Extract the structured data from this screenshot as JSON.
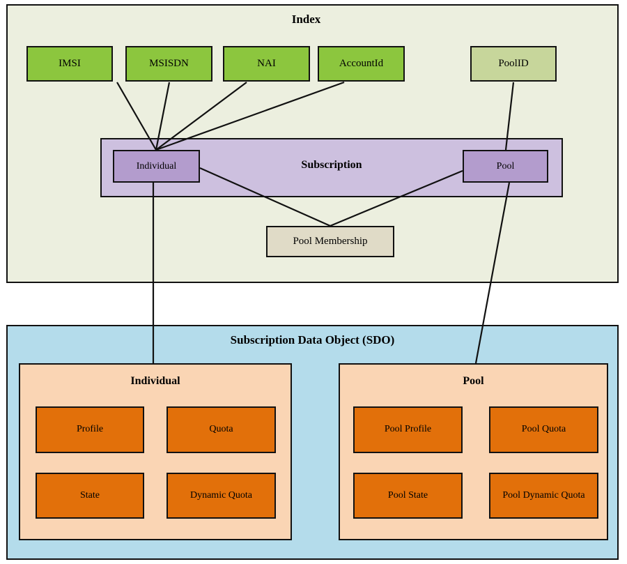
{
  "diagram": {
    "title_index": "Index",
    "title_sdo": "Subscription Data Object (SDO)",
    "title_subscription": "Subscription",
    "colors": {
      "index_background": "#ecefdf",
      "sdo_background": "#b4dceb",
      "key_node": "#8cc63e",
      "key_node_pale": "#c7d69b",
      "subscription_band": "#cdc0df",
      "subscription_node": "#b39ccd",
      "pool_membership": "#e0dbc7",
      "sdo_panel": "#fad5b4",
      "leaf_node": "#e2700a",
      "outline": "#111111"
    }
  },
  "index": {
    "keys": [
      {
        "id": "imsi",
        "label": "IMSI"
      },
      {
        "id": "msisdn",
        "label": "MSISDN"
      },
      {
        "id": "nai",
        "label": "NAI"
      },
      {
        "id": "accountid",
        "label": "AccountId"
      },
      {
        "id": "poolid",
        "label": "PoolID"
      }
    ],
    "subscription": {
      "label": "Subscription",
      "nodes": [
        {
          "id": "individual",
          "label": "Individual"
        },
        {
          "id": "pool",
          "label": "Pool"
        }
      ]
    },
    "pool_membership": {
      "label": "Pool Membership"
    }
  },
  "sdo": {
    "panels": [
      {
        "id": "individual",
        "title": "Individual",
        "leaves": [
          {
            "id": "profile",
            "label": "Profile"
          },
          {
            "id": "quota",
            "label": "Quota"
          },
          {
            "id": "state",
            "label": "State"
          },
          {
            "id": "dynamic-quota",
            "label": "Dynamic Quota"
          }
        ]
      },
      {
        "id": "pool",
        "title": "Pool",
        "leaves": [
          {
            "id": "pool-profile",
            "label": "Pool Profile"
          },
          {
            "id": "pool-quota",
            "label": "Pool Quota"
          },
          {
            "id": "pool-state",
            "label": "Pool State"
          },
          {
            "id": "pool-dynamic-quota",
            "label": "Pool Dynamic Quota"
          }
        ]
      }
    ]
  },
  "connections": [
    {
      "from": "imsi",
      "to": "individual"
    },
    {
      "from": "msisdn",
      "to": "individual"
    },
    {
      "from": "nai",
      "to": "individual"
    },
    {
      "from": "accountid",
      "to": "individual"
    },
    {
      "from": "poolid",
      "to": "pool"
    },
    {
      "from": "individual",
      "to": "pool-membership"
    },
    {
      "from": "pool",
      "to": "pool-membership"
    },
    {
      "from": "individual",
      "to": "sdo-individual-panel"
    },
    {
      "from": "pool",
      "to": "sdo-pool-panel"
    }
  ]
}
